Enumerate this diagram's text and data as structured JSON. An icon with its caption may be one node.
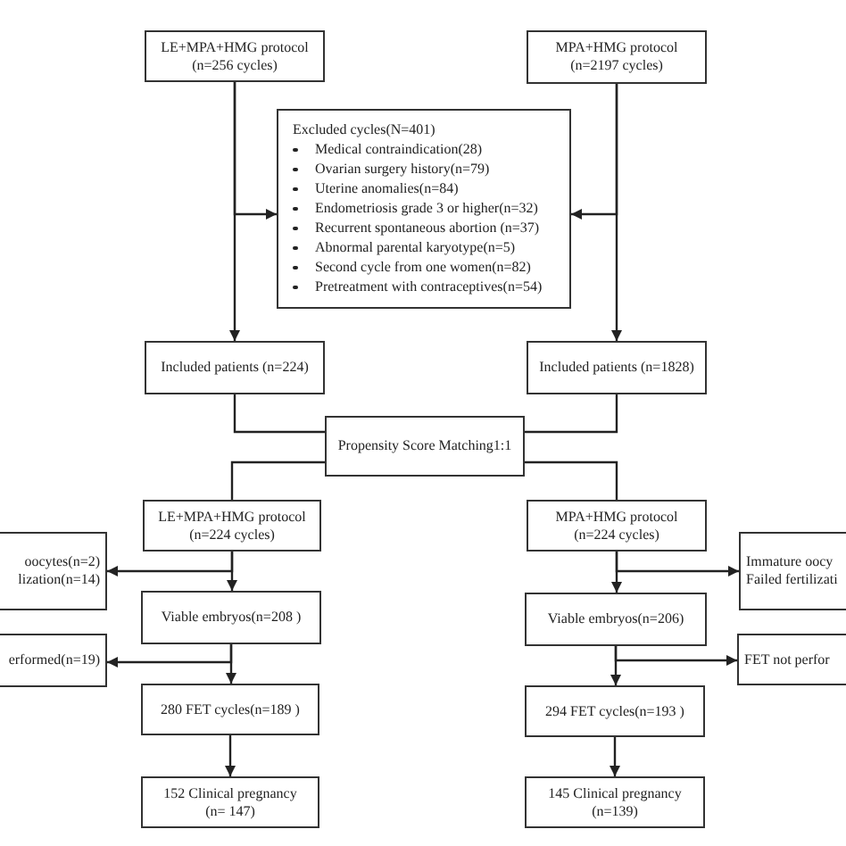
{
  "diagram": {
    "nodes": [
      {
        "text": [
          "LE+MPA+HMG protocol (n=256 cycles)"
        ]
      },
      {
        "text": [
          "MPA+HMG protocol (n=2197 cycles)"
        ]
      },
      {
        "text": [
          "Excluded cycles(N=401)",
          "Medical contraindication(28)",
          "Ovarian surgery history(n=79)",
          "Uterine anomalies(n=84)",
          "Endometriosis grade 3 or higher(n=32)",
          "Recurrent spontaneous abortion (n=37)",
          "Abnormal parental karyotype(n=5)",
          "Second cycle from one women(n=82)",
          "Pretreatment with contraceptives(n=54)"
        ]
      },
      {
        "text": [
          "Included patients (n=224)"
        ]
      },
      {
        "text": [
          "Included patients (n=1828)"
        ]
      },
      {
        "text": [
          "Propensity Score Matching1:1"
        ]
      },
      {
        "text": [
          "LE+MPA+HMG protocol (n=224 cycles)"
        ]
      },
      {
        "text": [
          "MPA+HMG protocol (n=224 cycles)"
        ]
      },
      {
        "text": [
          "oocytes(n=2) lization(n=14)"
        ]
      },
      {
        "text": [
          "Immature oocy Failed fertilizati"
        ]
      },
      {
        "text": [
          "Viable embryos(n=208 )"
        ]
      },
      {
        "text": [
          "Viable embryos(n=206)"
        ]
      },
      {
        "text": [
          "erformed(n=19)"
        ]
      },
      {
        "text": [
          "FET not perfor"
        ]
      },
      {
        "text": [
          "280 FET cycles(n=189 )"
        ]
      },
      {
        "text": [
          "294 FET cycles(n=193 )"
        ]
      },
      {
        "text": [
          "152 Clinical pregnancy (n= 147)"
        ]
      },
      {
        "text": [
          "145 Clinical pregnancy (n=139)"
        ]
      }
    ],
    "edges": [
      {
        "from": 0,
        "to": 3,
        "arrow": "to"
      },
      {
        "from": 0,
        "to": 2,
        "arrow": "to"
      },
      {
        "from": 1,
        "to": 4,
        "arrow": "to"
      },
      {
        "from": 1,
        "to": 2,
        "arrow": "to"
      },
      {
        "from": 3,
        "to": 5,
        "arrow": "none"
      },
      {
        "from": 4,
        "to": 5,
        "arrow": "none"
      },
      {
        "from": 5,
        "to": 6,
        "arrow": "none"
      },
      {
        "from": 5,
        "to": 7,
        "arrow": "none"
      },
      {
        "from": 6,
        "to": 10,
        "arrow": "to"
      },
      {
        "from": 6,
        "to": 8,
        "arrow": "to"
      },
      {
        "from": 7,
        "to": 11,
        "arrow": "to"
      },
      {
        "from": 7,
        "to": 9,
        "arrow": "to"
      },
      {
        "from": 10,
        "to": 14,
        "arrow": "to"
      },
      {
        "from": 10,
        "to": 12,
        "arrow": "to"
      },
      {
        "from": 11,
        "to": 15,
        "arrow": "to"
      },
      {
        "from": 11,
        "to": 13,
        "arrow": "to"
      },
      {
        "from": 14,
        "to": 16,
        "arrow": "to"
      },
      {
        "from": 15,
        "to": 17,
        "arrow": "to"
      }
    ]
  }
}
